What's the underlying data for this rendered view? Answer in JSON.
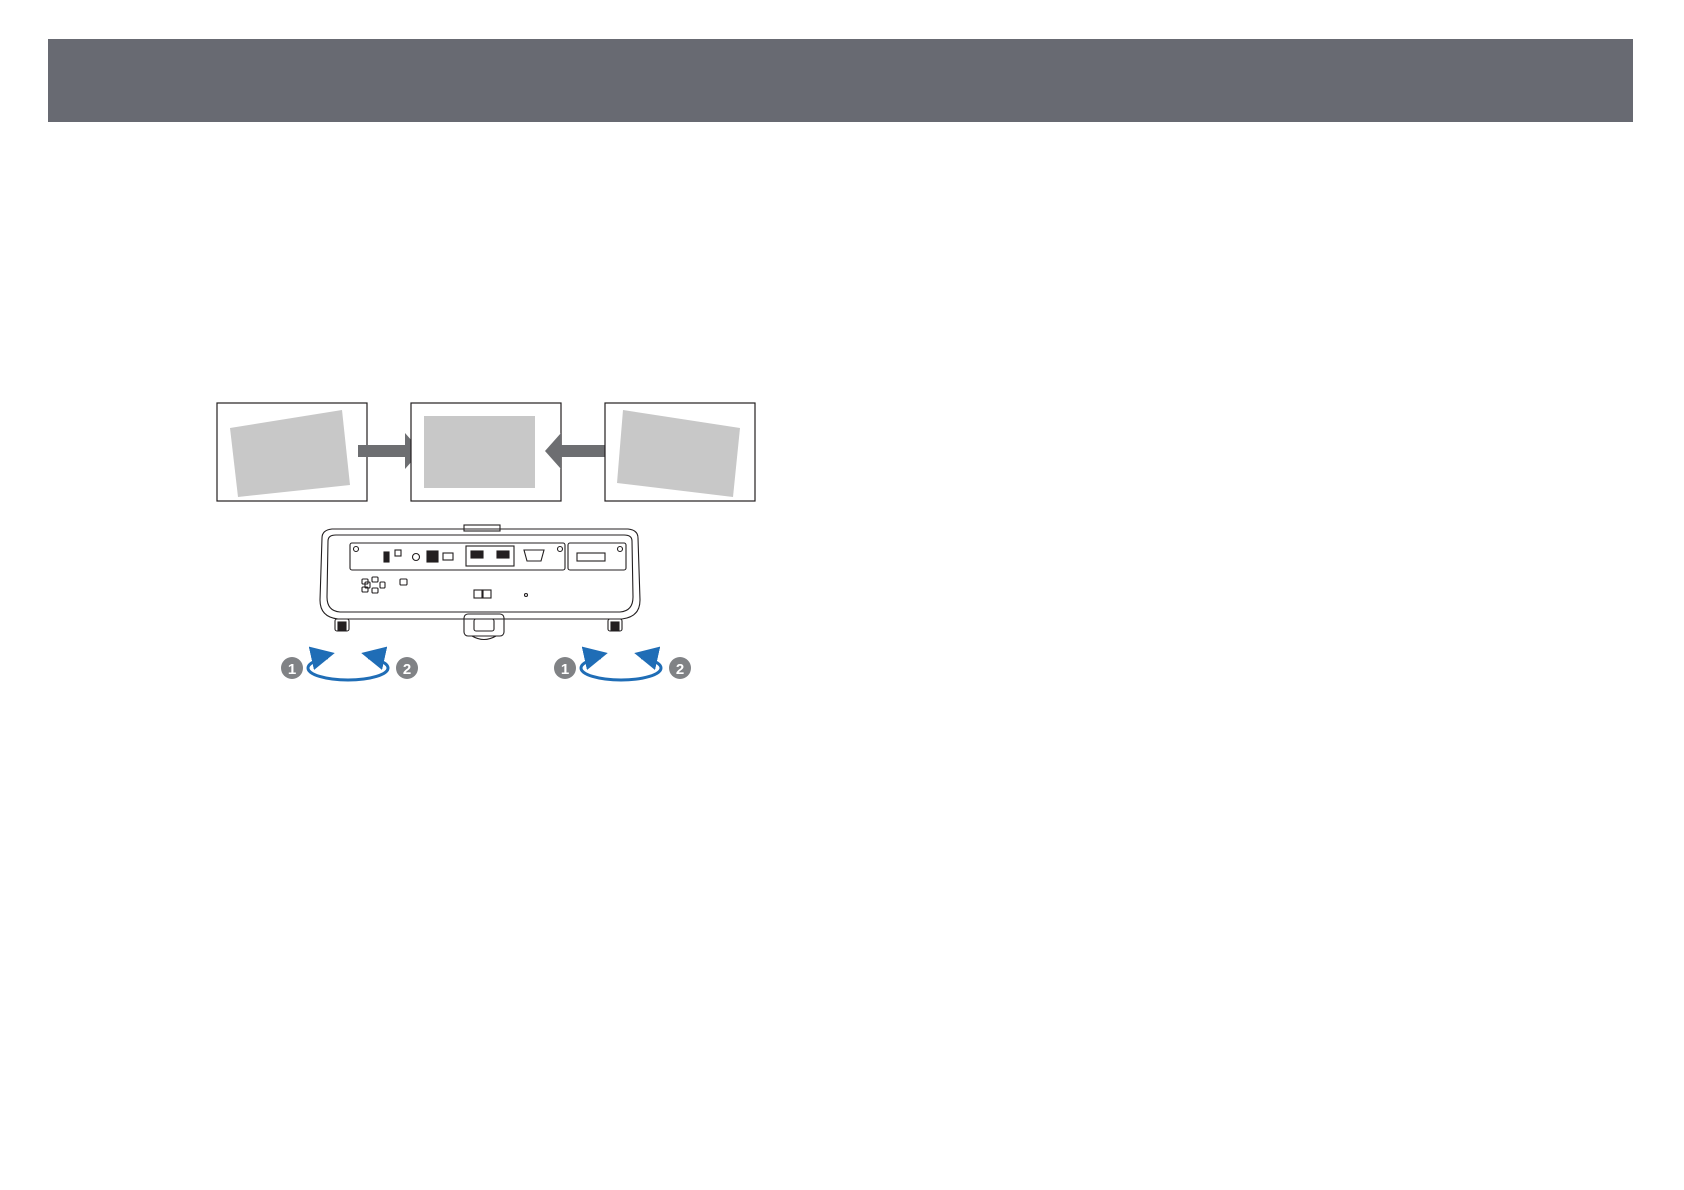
{
  "colors": {
    "header_bar": "#686a72",
    "screen_fill": "#c8c8c8",
    "frame_stroke": "#231f20",
    "arrow_fill": "#6d6e71",
    "rotation_arrow": "#1f6db6",
    "callout_circle": "#808285"
  },
  "figure": {
    "screens": [
      {
        "state": "tilted-left"
      },
      {
        "state": "level"
      },
      {
        "state": "tilted-right"
      }
    ],
    "callouts": {
      "left_foot": [
        "1",
        "2"
      ],
      "right_foot": [
        "1",
        "2"
      ]
    }
  }
}
